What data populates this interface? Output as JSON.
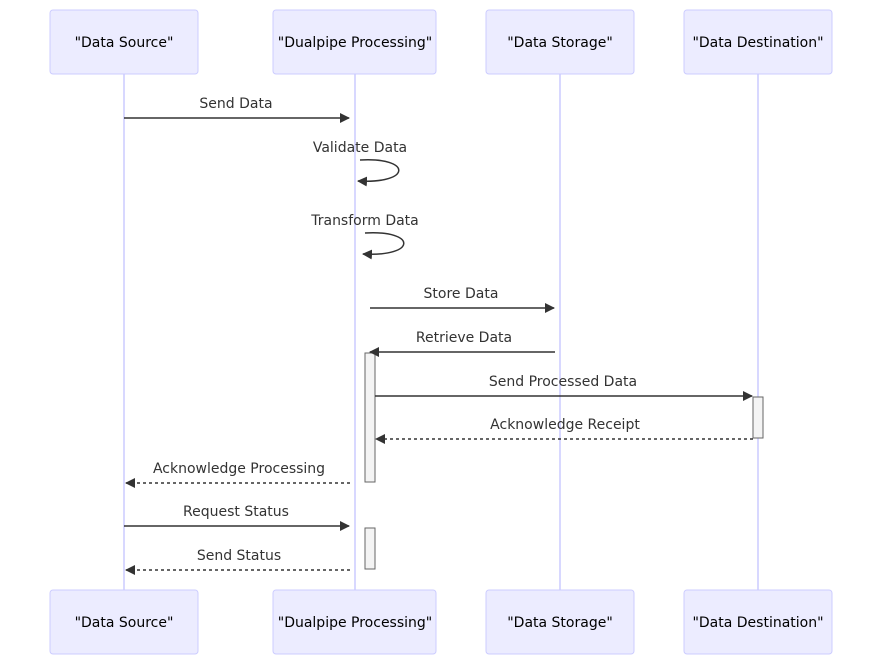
{
  "diagram": {
    "type": "sequence",
    "participants": [
      {
        "id": "source",
        "label": "\"Data Source\""
      },
      {
        "id": "dualpipe",
        "label": "\"Dualpipe Processing\""
      },
      {
        "id": "storage",
        "label": "\"Data Storage\""
      },
      {
        "id": "destination",
        "label": "\"Data Destination\""
      }
    ],
    "messages": [
      {
        "from": "source",
        "to": "dualpipe",
        "label": "Send Data",
        "style": "solid"
      },
      {
        "from": "dualpipe",
        "to": "dualpipe",
        "label": "Validate Data",
        "style": "solid"
      },
      {
        "from": "dualpipe",
        "to": "dualpipe",
        "label": "Transform Data",
        "style": "solid"
      },
      {
        "from": "dualpipe",
        "to": "storage",
        "label": "Store Data",
        "style": "solid"
      },
      {
        "from": "storage",
        "to": "dualpipe",
        "label": "Retrieve Data",
        "style": "solid"
      },
      {
        "from": "dualpipe",
        "to": "destination",
        "label": "Send Processed Data",
        "style": "solid"
      },
      {
        "from": "destination",
        "to": "dualpipe",
        "label": "Acknowledge Receipt",
        "style": "dotted"
      },
      {
        "from": "dualpipe",
        "to": "source",
        "label": "Acknowledge Processing",
        "style": "dotted"
      },
      {
        "from": "source",
        "to": "dualpipe",
        "label": "Request Status",
        "style": "solid"
      },
      {
        "from": "dualpipe",
        "to": "source",
        "label": "Send Status",
        "style": "dotted"
      }
    ],
    "colors": {
      "actor_fill": "#ECECFF",
      "actor_stroke": "#CCCCFF",
      "line": "#333333",
      "activation_fill": "#F4F4F4"
    }
  }
}
